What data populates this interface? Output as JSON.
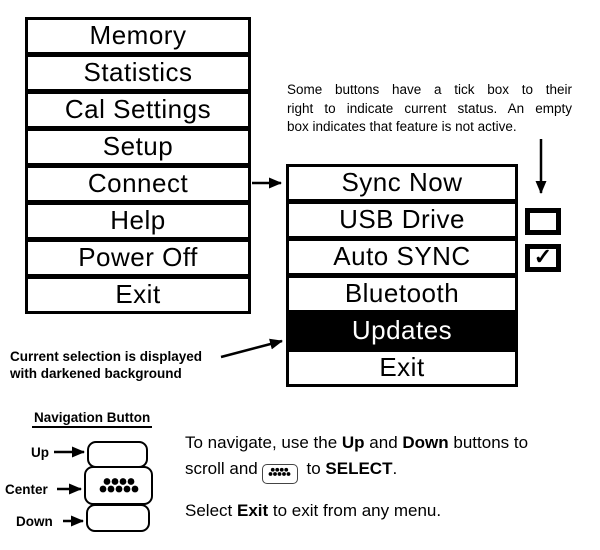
{
  "main_menu": {
    "items": [
      "Memory",
      "Statistics",
      "Cal Settings",
      "Setup",
      "Connect",
      "Help",
      "Power Off",
      "Exit"
    ]
  },
  "sub_menu": {
    "items": [
      "Sync Now",
      "USB Drive",
      "Auto SYNC",
      "Bluetooth",
      "Updates",
      "Exit"
    ],
    "selected_item": "Updates",
    "checkboxes": [
      {
        "item": "USB Drive",
        "checked": false
      },
      {
        "item": "Auto SYNC",
        "checked": true
      }
    ],
    "checkmark_glyph": "✓"
  },
  "annotations": {
    "tick_box_note_line1": "Some buttons have a tick box to their",
    "tick_box_note_line2": "right to indicate current status. An empty",
    "tick_box_note_line3": "box indicates that feature is not active.",
    "selection_note_line1": "Current selection is displayed",
    "selection_note_line2": "with darkened background"
  },
  "navigation": {
    "title": "Navigation Button",
    "labels": {
      "up": "Up",
      "center": "Center",
      "down": "Down"
    }
  },
  "instructions": {
    "l1_t1": "To navigate, use the ",
    "l1_b1": "Up",
    "l1_t2": " and ",
    "l1_b2": "Down",
    "l1_t3": " buttons to",
    "l2_t1": "scroll and",
    "l2_t2": " to ",
    "l2_b1": "SELECT",
    "l2_t3": ".",
    "l3_t1": "Select ",
    "l3_b1": "Exit",
    "l3_t2": " to exit from any menu."
  },
  "colors": {
    "ink": "#000000",
    "paper": "#ffffff",
    "selected_bg": "#000000",
    "selected_text": "#ffffff"
  }
}
